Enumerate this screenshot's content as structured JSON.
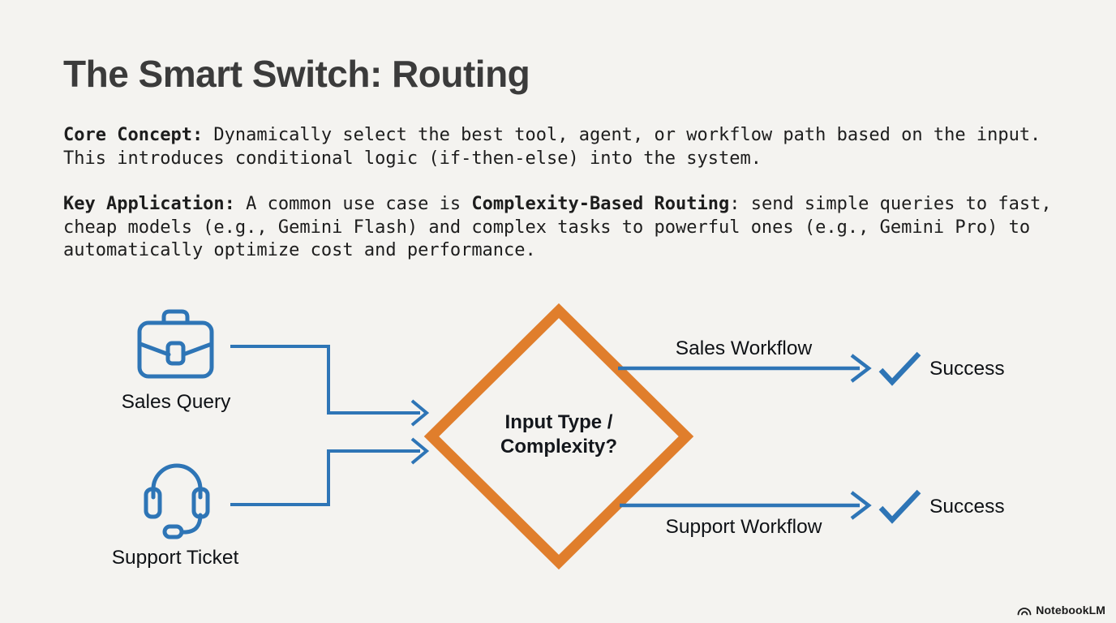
{
  "slide": {
    "title": "The Smart Switch: Routing",
    "paragraphs": [
      {
        "segments": [
          {
            "text": "Core Concept:",
            "bold": true
          },
          {
            "text": " Dynamically select the best tool, agent, or workflow path based on the input. This introduces conditional logic (if-then-else) into the system.",
            "bold": false
          }
        ]
      },
      {
        "segments": [
          {
            "text": "Key Application:",
            "bold": true
          },
          {
            "text": " A common use case is ",
            "bold": false
          },
          {
            "text": "Complexity-Based Routing",
            "bold": true
          },
          {
            "text": ": send simple queries to fast, cheap models (e.g., Gemini Flash) and complex tasks to powerful ones (e.g., Gemini Pro) to automatically optimize cost and performance.",
            "bold": false
          }
        ]
      }
    ]
  },
  "diagram": {
    "inputs": [
      {
        "icon": "briefcase-icon",
        "label": "Sales Query"
      },
      {
        "icon": "headset-icon",
        "label": "Support Ticket"
      }
    ],
    "decision": {
      "label_line1": "Input Type /",
      "label_line2": "Complexity?"
    },
    "outputs": [
      {
        "path_label": "Sales Workflow",
        "result_label": "Success"
      },
      {
        "path_label": "Support Workflow",
        "result_label": "Success"
      }
    ],
    "colors": {
      "blue": "#2e75b6",
      "orange": "#e07e2c"
    }
  },
  "footer": {
    "brand": "NotebookLM"
  }
}
